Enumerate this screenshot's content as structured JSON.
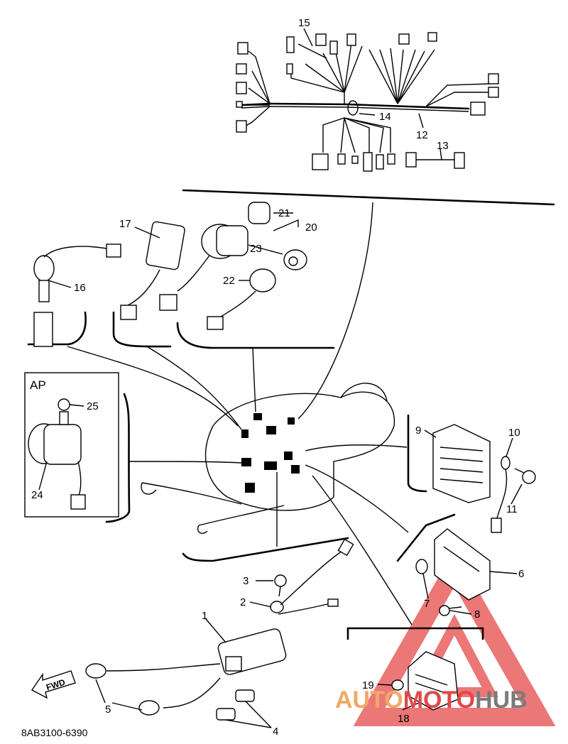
{
  "diagram": {
    "inset_label": "AP",
    "diagram_code": "8AB3100-6390",
    "fwd_label": "FWD",
    "watermark": {
      "part1": "AUTO",
      "part2": "MOTO",
      "part3": "HUB",
      "color_orange": "#f0a868",
      "color_red": "#e04848",
      "color_gray": "#7a7a7a"
    },
    "callouts": [
      {
        "id": "1",
        "label": "1"
      },
      {
        "id": "2",
        "label": "2"
      },
      {
        "id": "3",
        "label": "3"
      },
      {
        "id": "4",
        "label": "4"
      },
      {
        "id": "5",
        "label": "5"
      },
      {
        "id": "6",
        "label": "6"
      },
      {
        "id": "7",
        "label": "7"
      },
      {
        "id": "8",
        "label": "8"
      },
      {
        "id": "9",
        "label": "9"
      },
      {
        "id": "10",
        "label": "10"
      },
      {
        "id": "11",
        "label": "11"
      },
      {
        "id": "12",
        "label": "12"
      },
      {
        "id": "13",
        "label": "13"
      },
      {
        "id": "14",
        "label": "14"
      },
      {
        "id": "15",
        "label": "15"
      },
      {
        "id": "16",
        "label": "16"
      },
      {
        "id": "17",
        "label": "17"
      },
      {
        "id": "18",
        "label": "18"
      },
      {
        "id": "19",
        "label": "19"
      },
      {
        "id": "20",
        "label": "20"
      },
      {
        "id": "21",
        "label": "21"
      },
      {
        "id": "22",
        "label": "22"
      },
      {
        "id": "23",
        "label": "23"
      },
      {
        "id": "24",
        "label": "24"
      },
      {
        "id": "25",
        "label": "25"
      }
    ]
  }
}
